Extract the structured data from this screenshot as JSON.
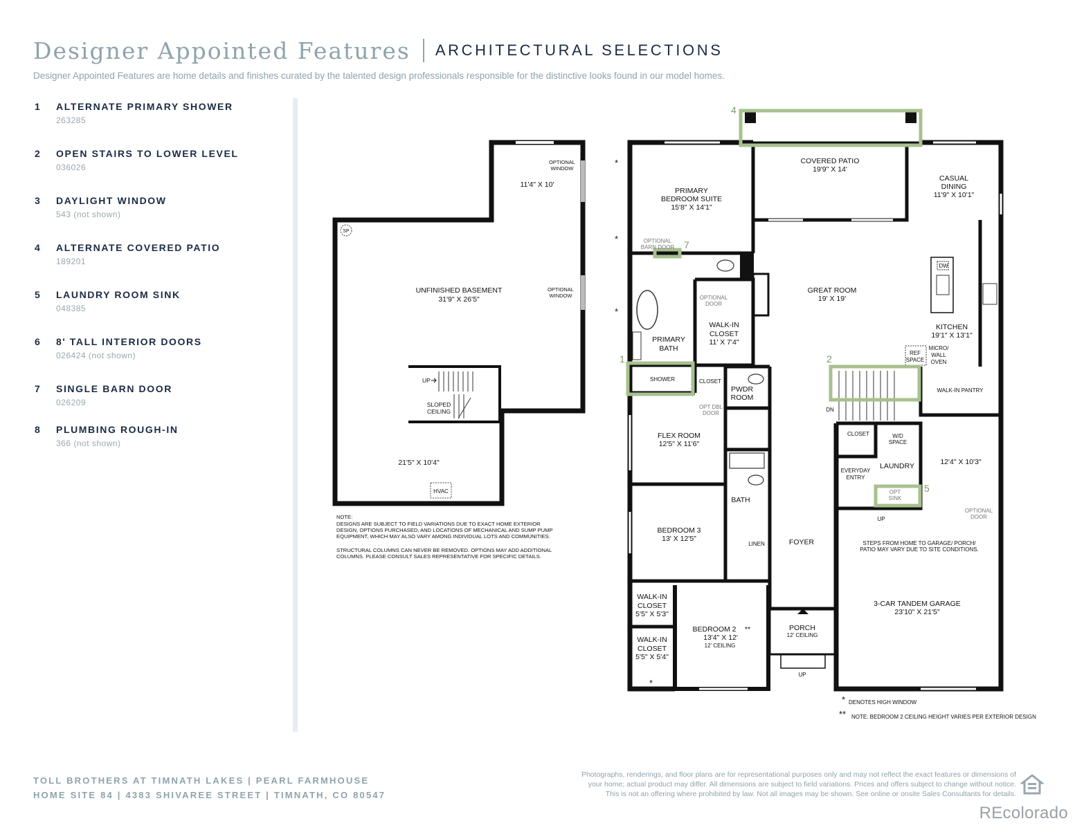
{
  "header": {
    "title": "Designer Appointed Features",
    "section": "ARCHITECTURAL SELECTIONS",
    "subtitle": "Designer Appointed Features are home details and finishes curated by the talented design professionals responsible for the distinctive looks found in our model homes."
  },
  "features": [
    {
      "num": "1",
      "label": "ALTERNATE PRIMARY SHOWER",
      "code": "263285"
    },
    {
      "num": "2",
      "label": "OPEN STAIRS TO LOWER LEVEL",
      "code": "036026"
    },
    {
      "num": "3",
      "label": "DAYLIGHT WINDOW",
      "code": "543 (not shown)"
    },
    {
      "num": "4",
      "label": "ALTERNATE COVERED PATIO",
      "code": "189201"
    },
    {
      "num": "5",
      "label": "LAUNDRY ROOM SINK",
      "code": "048385"
    },
    {
      "num": "6",
      "label": "8' TALL INTERIOR DOORS",
      "code": "026424 (not shown)"
    },
    {
      "num": "7",
      "label": "SINGLE BARN DOOR",
      "code": "026209"
    },
    {
      "num": "8",
      "label": "PLUMBING ROUGH-IN",
      "code": "366 (not shown)"
    }
  ],
  "basement": {
    "optional_window": "OPTIONAL",
    "window": "WINDOW",
    "room_top_dim": "11'4\" X 10'",
    "sp": "SP",
    "unfinished_name": "UNFINISHED BASEMENT",
    "unfinished_dim": "31'9\" X 26'5\"",
    "up": "UP",
    "sloped": "SLOPED",
    "ceiling": "CEILING",
    "room_bottom_dim": "21'5\" X 10'4\"",
    "hvac": "HVAC"
  },
  "notes": {
    "note_head": "NOTE:",
    "line1": "DESIGNS ARE SUBJECT TO FIELD VARIATIONS DUE TO EXACT HOME EXTERIOR",
    "line2": "DESIGN, OPTIONS PURCHASED, AND LOCATIONS OF MECHANICAL AND SUMP PUMP",
    "line3": "EQUIPMENT, WHICH MAY ALSO VARY AMONG INDIVIDUAL LOTS AND COMMUNITIES.",
    "line4": "STRUCTURAL COLUMNS  CAN NEVER BE REMOVED. OPTIONS MAY ADD ADDITIONAL",
    "line5": "COLUMNS. PLEASE CONSULT SALES REPRESENTATIVE FOR SPECIFIC DETAILS."
  },
  "main_floor": {
    "covered_patio": "COVERED PATIO",
    "covered_patio_dim": "19'9\" X 14'",
    "casual": "CASUAL",
    "dining": "DINING",
    "dining_dim": "11'9\" X 10'1\"",
    "primary": "PRIMARY",
    "bedroom_suite": "BEDROOM SUITE",
    "suite_dim": "15'8\" X 14'1\"",
    "optional_barn": "OPTIONAL",
    "barn_door": "BARN DOOR",
    "great_room": "GREAT ROOM",
    "great_room_dim": "19' X 19'",
    "dw": "DW",
    "kitchen": "KITCHEN",
    "kitchen_dim": "19'1\" X 13'1\"",
    "optional_door": "OPTIONAL",
    "door": "DOOR",
    "walkin": "WALK-IN",
    "closet": "CLOSET",
    "walkin_dim": "11' X 7'4\"",
    "primary_bath_1": "PRIMARY",
    "primary_bath_2": "BATH",
    "ref": "REF",
    "space": "SPACE",
    "micro": "MICRO/",
    "wall": "WALL",
    "oven": "OVEN",
    "shower": "SHOWER",
    "closet_small": "CLOSET",
    "pwdr": "PWDR",
    "room": "ROOM",
    "walkin_pantry": "WALK-IN PANTRY",
    "opt_dbl": "OPT DBL",
    "dbl_door": "DOOR",
    "dn": "DN",
    "flex_room": "FLEX ROOM",
    "flex_dim": "12'5\" X 11'6\"",
    "laundry_closet": "CLOSET",
    "wd": "W/D",
    "wd_space": "SPACE",
    "everyday": "EVERYDAY",
    "entry": "ENTRY",
    "laundry": "LAUNDRY",
    "garage_room_dim": "12'4\" X 10'3\"",
    "opt": "OPT",
    "sink": "SINK",
    "bath": "BATH",
    "up": "UP",
    "optional_garage": "OPTIONAL",
    "garage_door": "DOOR",
    "bedroom3": "BEDROOM 3",
    "bedroom3_dim": "13' X 12'5\"",
    "linen": "LINEN",
    "foyer": "FOYER",
    "steps1": "STEPS FROM HOME TO GARAGE/ PORCH/",
    "steps2": "PATIO MAY VARY DUE TO SITE CONDITIONS.",
    "wic1_a": "WALK-IN",
    "wic1_b": "CLOSET",
    "wic1_dim": "5'5\" X 5'3\"",
    "bedroom2": "BEDROOM 2",
    "bedroom2_stars": "**",
    "bedroom2_dim": "13'4\" X 12'",
    "bedroom2_ceiling": "12' CEILING",
    "porch": "PORCH",
    "porch_ceiling": "12' CEILING",
    "garage": "3-CAR TANDEM GARAGE",
    "garage_dim": "23'10\" X 21'5\"",
    "wic2_a": "WALK-IN",
    "wic2_b": "CLOSET",
    "wic2_dim": "5'5\" X 5'4\"",
    "star": "*",
    "stars2": "**",
    "legend1": "DENOTES HIGH WINDOW",
    "legend2": "NOTE: BEDROOM 2 CEILING HEIGHT VARIES PER EXTERIOR DESIGN",
    "callout1": "1",
    "callout2": "2",
    "callout4": "4",
    "callout5": "5",
    "callout7": "7"
  },
  "footer": {
    "line1": "TOLL BROTHERS AT TIMNATH LAKES  |  PEARL FARMHOUSE",
    "line2": "HOME SITE 84  |  4383 SHIVAREE STREET  |  TIMNATH, CO 80547",
    "disclaimer1": "Photographs, renderings, and floor plans are for representational purposes only and may not reflect the exact features or dimensions of",
    "disclaimer2": "your home; actual product may differ. All dimensions are subject to field variations. Prices and offers subject to change without notice.",
    "disclaimer3": "This is not an offering where prohibited by law. Not all images may be shown. See online or onsite Sales Consultants for details."
  },
  "watermark": "REcolorado",
  "colors": {
    "accent_green": "#a7c18e",
    "title_gray": "#8fa3ad",
    "navy": "#1b2b44"
  },
  "icons": [
    "equal-housing-opportunity-icon"
  ]
}
